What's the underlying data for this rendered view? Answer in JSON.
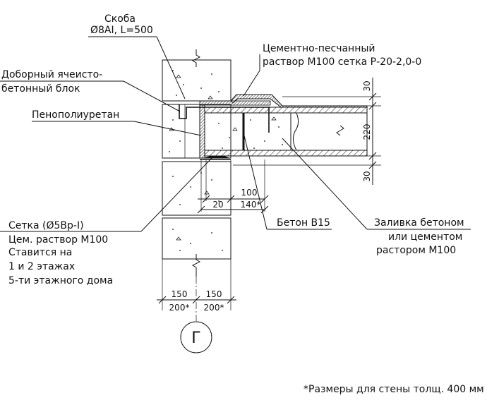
{
  "labels": {
    "skoba_1": "Скоба",
    "skoba_2": "Ø8AI, L=500",
    "dobor_1": "Доборный ячеисто-",
    "dobor_2": "бетонный блок",
    "penopol": "Пенополиуретан",
    "cement_1": "Цементно-песчанный",
    "cement_2": "раствор М100 сетка Р-20-2,0-0",
    "setka_1": "Сетка (Ø5Вр-I)",
    "setka_2": "Цем. раствор М100",
    "setka_3": "Ставится на",
    "setka_4": "1 и 2 этажах",
    "setka_5": "5-ти этажного дома",
    "beton": "Бетон В15",
    "zaliv_1": "Заливка бетоном",
    "zaliv_2": "или цементом",
    "zaliv_3": "растором М100",
    "axis": "Г",
    "footnote": "*Размеры для стены толщ. 400 мм"
  },
  "dimensions": {
    "top_30": "30",
    "mid_220": "220",
    "bot_30": "30",
    "d100": "100",
    "d140": "140*",
    "d20": "20",
    "left_150": "150",
    "right_150": "150",
    "left_200": "200*",
    "right_200": "200*"
  }
}
